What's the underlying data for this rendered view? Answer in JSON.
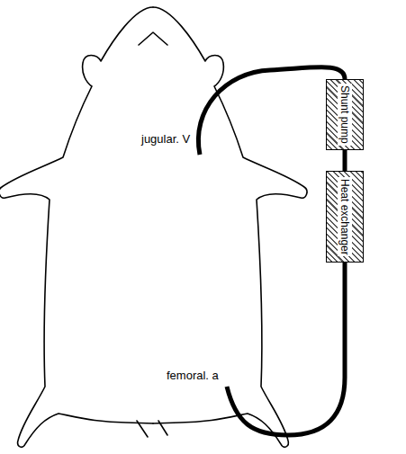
{
  "diagram": {
    "nodes": [
      {
        "text": [
          "Shunt pump"
        ]
      },
      {
        "text": [
          "Heat exchanger"
        ]
      }
    ],
    "edges": [
      {
        "from": 0,
        "to": 1,
        "arrow": "none"
      }
    ],
    "labels": [
      "jugular. V",
      "femoral. a"
    ]
  }
}
